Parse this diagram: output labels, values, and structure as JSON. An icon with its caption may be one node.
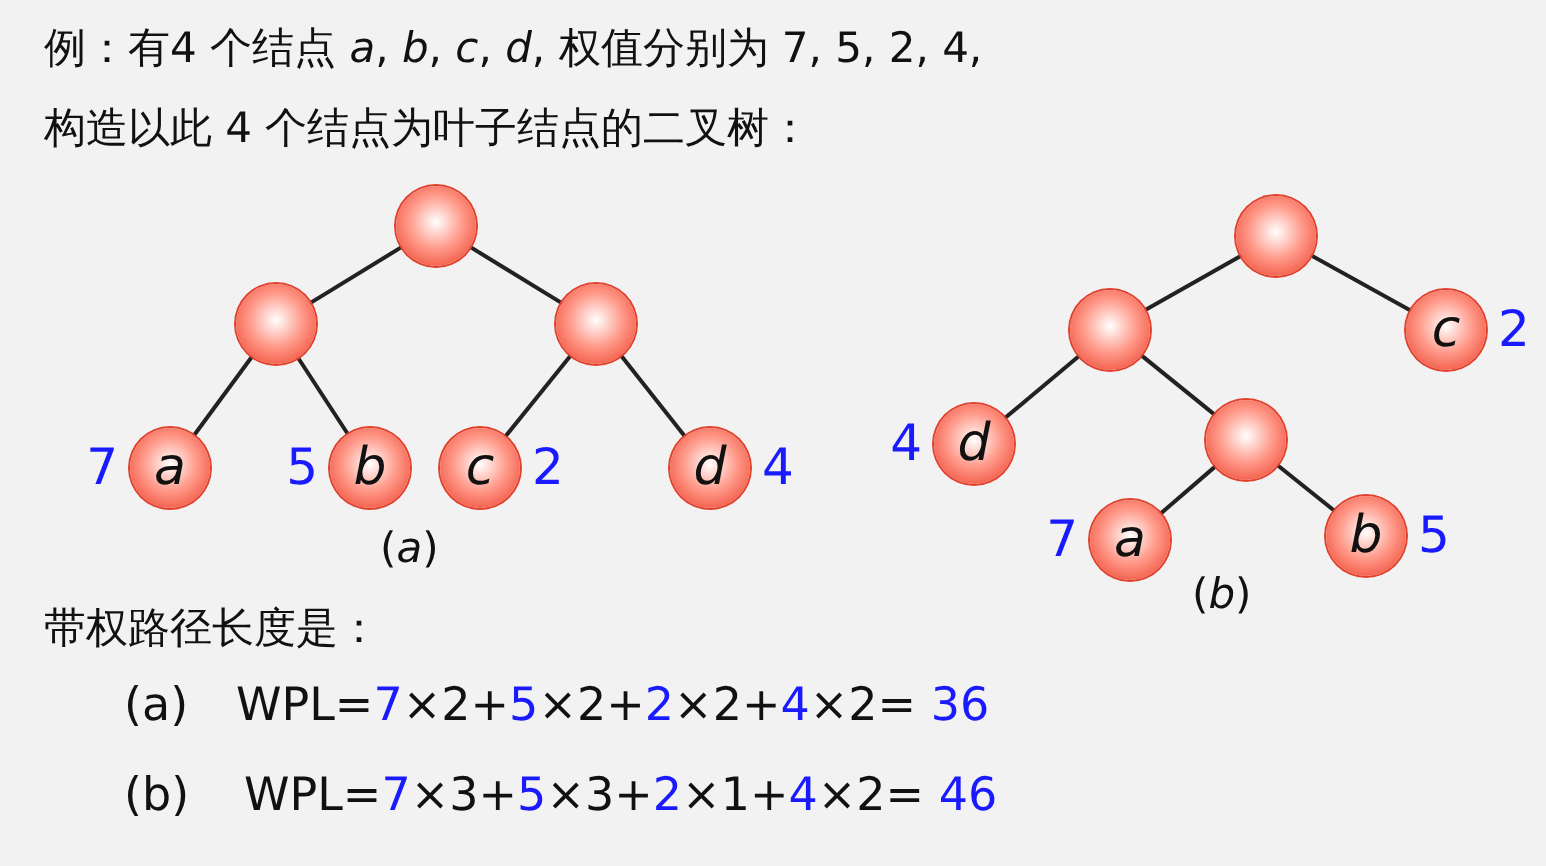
{
  "diagram": {
    "nodes": [
      {
        "text": [],
        "shape": "circle"
      },
      {
        "text": [],
        "shape": "circle"
      },
      {
        "text": [],
        "shape": "circle"
      },
      {
        "text": [
          "a"
        ],
        "beside": [
          "7"
        ]
      },
      {
        "text": [
          "b"
        ],
        "beside": [
          "5"
        ]
      },
      {
        "text": [
          "c"
        ],
        "beside": [
          "2"
        ]
      },
      {
        "text": [
          "d"
        ],
        "beside": [
          "4"
        ]
      },
      {
        "text": [],
        "shape": "circle"
      },
      {
        "text": [],
        "shape": "circle"
      },
      {
        "text": [
          "c"
        ],
        "beside": [
          "2"
        ]
      },
      {
        "text": [
          "d"
        ],
        "beside": [
          "4"
        ]
      },
      {
        "text": [],
        "shape": "circle"
      },
      {
        "text": [
          "a"
        ],
        "beside": [
          "7"
        ]
      },
      {
        "text": [
          "b"
        ],
        "beside": [
          "5"
        ]
      }
    ],
    "edges": [
      {
        "from": 0,
        "to": 1,
        "arrow": "none"
      },
      {
        "from": 0,
        "to": 2,
        "arrow": "none"
      },
      {
        "from": 1,
        "to": 3,
        "arrow": "none"
      },
      {
        "from": 1,
        "to": 4,
        "arrow": "none"
      },
      {
        "from": 2,
        "to": 5,
        "arrow": "none"
      },
      {
        "from": 2,
        "to": 6,
        "arrow": "none"
      },
      {
        "from": 7,
        "to": 8,
        "arrow": "none"
      },
      {
        "from": 7,
        "to": 9,
        "arrow": "none"
      },
      {
        "from": 8,
        "to": 10,
        "arrow": "none"
      },
      {
        "from": 8,
        "to": 11,
        "arrow": "none"
      },
      {
        "from": 11,
        "to": 12,
        "arrow": "none"
      },
      {
        "from": 11,
        "to": 13,
        "arrow": "none"
      }
    ],
    "labels": [
      "例：有4 个结点 *a*, *b*, *c*, *d*,  权值分别为 7, 5, 2, 4,",
      "构造以此 4 个结点为叶子结点的二叉树：",
      "(*a*)",
      "(*b*)",
      "带权路径长度是：",
      "(a)",
      "WPL=7×2+5×2+2×2+4×2= 36",
      "(b)",
      "WPL=7×3+5×3+2×1+4×2= 46"
    ]
  }
}
